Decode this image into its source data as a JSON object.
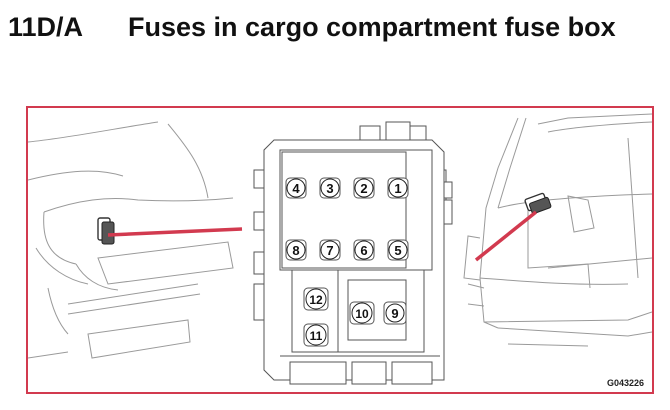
{
  "header": {
    "section": "11D/A",
    "title": "Fuses in cargo compartment fuse box"
  },
  "figure": {
    "code": "G043226",
    "accent_color": "#d23a4f",
    "fuses": [
      {
        "label": "4"
      },
      {
        "label": "3"
      },
      {
        "label": "2"
      },
      {
        "label": "1"
      },
      {
        "label": "8"
      },
      {
        "label": "7"
      },
      {
        "label": "6"
      },
      {
        "label": "5"
      },
      {
        "label": "12"
      },
      {
        "label": "10"
      },
      {
        "label": "9"
      },
      {
        "label": "11"
      }
    ]
  }
}
